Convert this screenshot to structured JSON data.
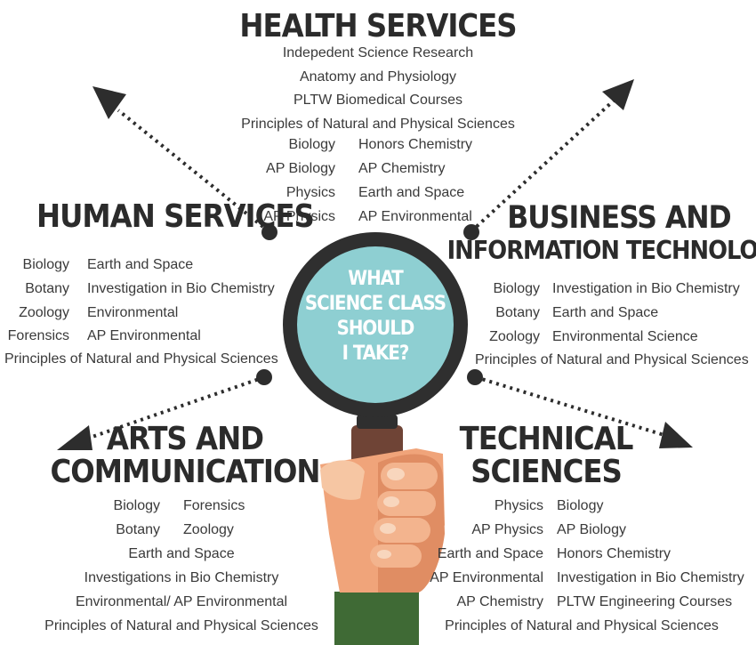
{
  "center": {
    "lines": [
      "WHAT",
      "SCIENCE CLASS",
      "SHOULD",
      "I TAKE?"
    ]
  },
  "health": {
    "title": "HEALTH SERVICES",
    "lines": [
      "Indepedent Science Research",
      "Anatomy and Physiology",
      "PLTW Biomedical Courses",
      "Principles of Natural and Physical Sciences"
    ],
    "left": [
      "Biology",
      "AP Biology",
      "Physics",
      "AP Physics"
    ],
    "right": [
      "Honors Chemistry",
      "AP Chemistry",
      "Earth and Space",
      "AP Environmental"
    ]
  },
  "human": {
    "title": "HUMAN SERVICES",
    "left": [
      "Biology",
      "Botany",
      "Zoology",
      "Forensics"
    ],
    "right": [
      "Earth and Space",
      "Investigation in Bio Chemistry",
      "Environmental",
      "AP Environmental"
    ],
    "footer": "Principles of Natural and Physical Sciences"
  },
  "business": {
    "title_lines": [
      "BUSINESS AND",
      "INFORMATION TECHNOLOGY"
    ],
    "left": [
      "Biology",
      "Botany",
      "Zoology"
    ],
    "right": [
      "Investigation in Bio Chemistry",
      "Earth and Space",
      "Environmental Science"
    ],
    "footer": "Principles of Natural and Physical Sciences"
  },
  "arts": {
    "title_lines": [
      "ARTS AND",
      "COMMUNICATION"
    ],
    "left": [
      "Biology",
      "Botany"
    ],
    "right": [
      "Forensics",
      "Zoology"
    ],
    "lines": [
      "Earth and Space",
      "Investigations in Bio Chemistry",
      "Environmental/ AP Environmental",
      "Principles of Natural and Physical Sciences"
    ]
  },
  "technical": {
    "title_lines": [
      "TECHNICAL",
      "SCIENCES"
    ],
    "left": [
      "Physics",
      "AP Physics",
      "Earth and Space",
      "AP Environmental",
      "AP Chemistry"
    ],
    "right": [
      "Biology",
      "AP Biology",
      "Honors Chemistry",
      "Investigation in Bio Chemistry",
      "PLTW Engineering Courses"
    ],
    "footer": "Principles of Natural and Physical Sciences"
  },
  "colors": {
    "lens": "#8ecfd2",
    "ring": "#2f2f2f",
    "handle": "#6f4436",
    "hand": "#f0a47a",
    "hand_shadow": "#e08d63",
    "sleeve": "#3f6a35",
    "arrow": "#2d2d2d"
  }
}
